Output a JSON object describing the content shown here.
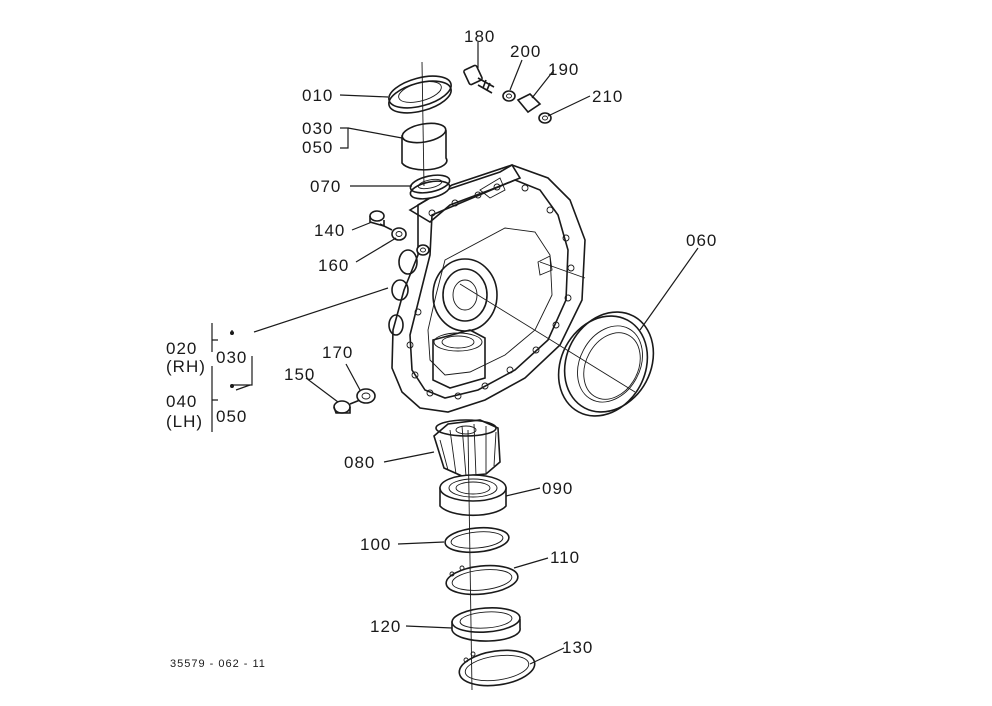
{
  "drawing_code": "35579 - 062 - 11",
  "labels": {
    "p010": "010",
    "p030a": "030",
    "p050a": "050",
    "p070": "070",
    "p140": "140",
    "p160": "160",
    "p020": "020",
    "rh": "(RH)",
    "p030b": "030",
    "p040": "040",
    "lh": "(LH)",
    "p050b": "050",
    "p150": "150",
    "p170": "170",
    "p080": "080",
    "p090": "090",
    "p100": "100",
    "p110": "110",
    "p120": "120",
    "p130": "130",
    "p180": "180",
    "p200": "200",
    "p190": "190",
    "p210": "210",
    "p060": "060"
  }
}
